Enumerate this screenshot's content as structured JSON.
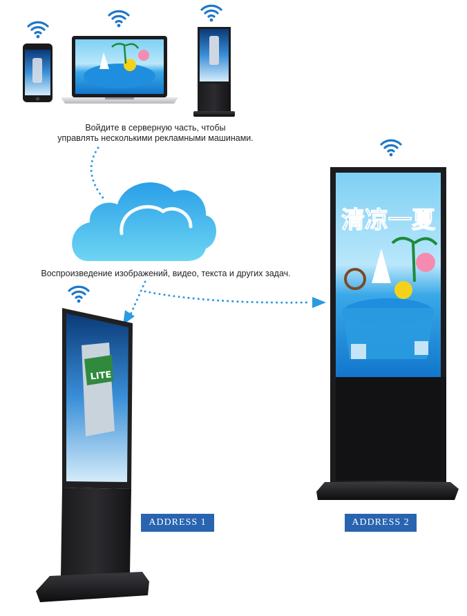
{
  "captions": {
    "server_line1": "Войдите в серверную часть, чтобы",
    "server_line2": "управлять несколькими рекламными машинами.",
    "playback": "Воспроизведение изображений, видео, текста и других задач."
  },
  "labels": {
    "address1": "ADDRESS 1",
    "address2": "ADDRESS 2"
  },
  "screen_text": {
    "poster_title": "清凉一夏",
    "can_brand": "LITE"
  },
  "icons": [
    "wifi-icon",
    "cloud-icon",
    "phone-icon",
    "laptop-icon",
    "kiosk-icon"
  ],
  "colors": {
    "accent_blue": "#2864b0",
    "wifi_blue": "#1f78c8",
    "cloud_top": "#2a9fe8",
    "cloud_bottom": "#6dd5f3",
    "dots": "#2a9be0"
  }
}
